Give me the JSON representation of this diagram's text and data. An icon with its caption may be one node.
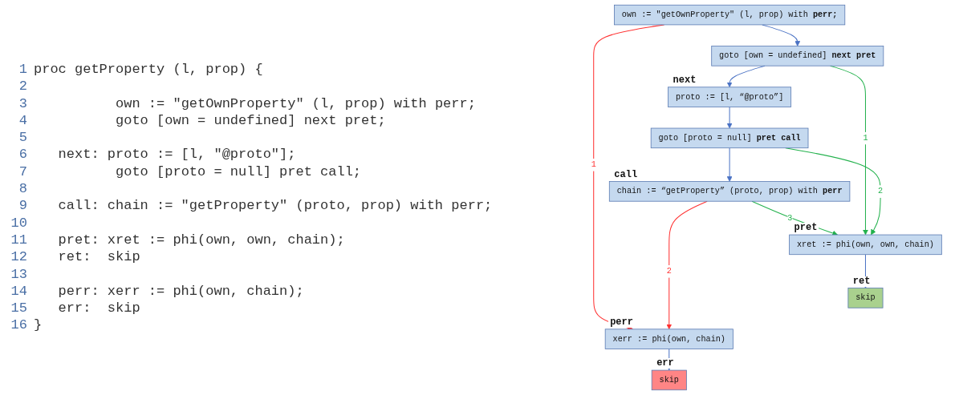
{
  "diagram": {
    "nodes": [
      {
        "text": [
          "own := \"getOwnProperty\" (l, prop) with **perr;**"
        ]
      },
      {
        "text": [
          "goto [own = undefined] **next pret**"
        ]
      },
      {
        "text": [
          "proto := [l, “@proto”]"
        ],
        "beside": [
          "next"
        ]
      },
      {
        "text": [
          "goto [proto = null] **pret call**"
        ]
      },
      {
        "text": [
          "chain := “getProperty” (proto, prop) with **perr**"
        ],
        "beside": [
          "call"
        ]
      },
      {
        "text": [
          "xret := phi(own, own, chain)"
        ],
        "beside": [
          "pret"
        ]
      },
      {
        "text": [
          "skip"
        ],
        "beside": [
          "ret"
        ]
      },
      {
        "text": [
          "xerr := phi(own, chain)"
        ],
        "beside": [
          "perr"
        ]
      },
      {
        "text": [
          "skip"
        ],
        "beside": [
          "err"
        ]
      }
    ],
    "edges": [
      {
        "from": 0,
        "to": 1,
        "arrow": "to"
      },
      {
        "from": 1,
        "to": 2,
        "arrow": "to"
      },
      {
        "from": 2,
        "to": 3,
        "arrow": "to"
      },
      {
        "from": 3,
        "to": 4,
        "arrow": "to"
      },
      {
        "from": 4,
        "to": 5,
        "arrow": "to",
        "label": "3",
        "color": "#22b14c"
      },
      {
        "from": 5,
        "to": 6,
        "arrow": "to"
      },
      {
        "from": 7,
        "to": 8,
        "arrow": "to"
      },
      {
        "from": 1,
        "to": 5,
        "arrow": "to",
        "label": "1",
        "color": "#22b14c"
      },
      {
        "from": 3,
        "to": 5,
        "arrow": "to",
        "label": "2",
        "color": "#22b14c"
      },
      {
        "from": 0,
        "to": 7,
        "arrow": "to",
        "label": "1",
        "color": "#ff3030"
      },
      {
        "from": 4,
        "to": 7,
        "arrow": "to",
        "label": "2",
        "color": "#ff3030"
      }
    ],
    "labels": [
      "1",
      "proc getProperty (l, prop) {",
      "2",
      "3",
      "own := \"getOwnProperty\" (l, prop) with perr;",
      "4",
      "goto [own = undefined] next pret;",
      "5",
      "6",
      "next: proto := [l, \"@proto\"];",
      "7",
      "goto [proto = null] pret call;",
      "8",
      "9",
      "call: chain := \"getProperty\" (proto, prop) with perr;",
      "10",
      "11",
      "pret: xret := phi(own, own, chain);",
      "12",
      "ret:  skip",
      "13",
      "14",
      "perr: xerr := phi(own, chain);",
      "15",
      "err:  skip",
      "16",
      "}"
    ]
  }
}
